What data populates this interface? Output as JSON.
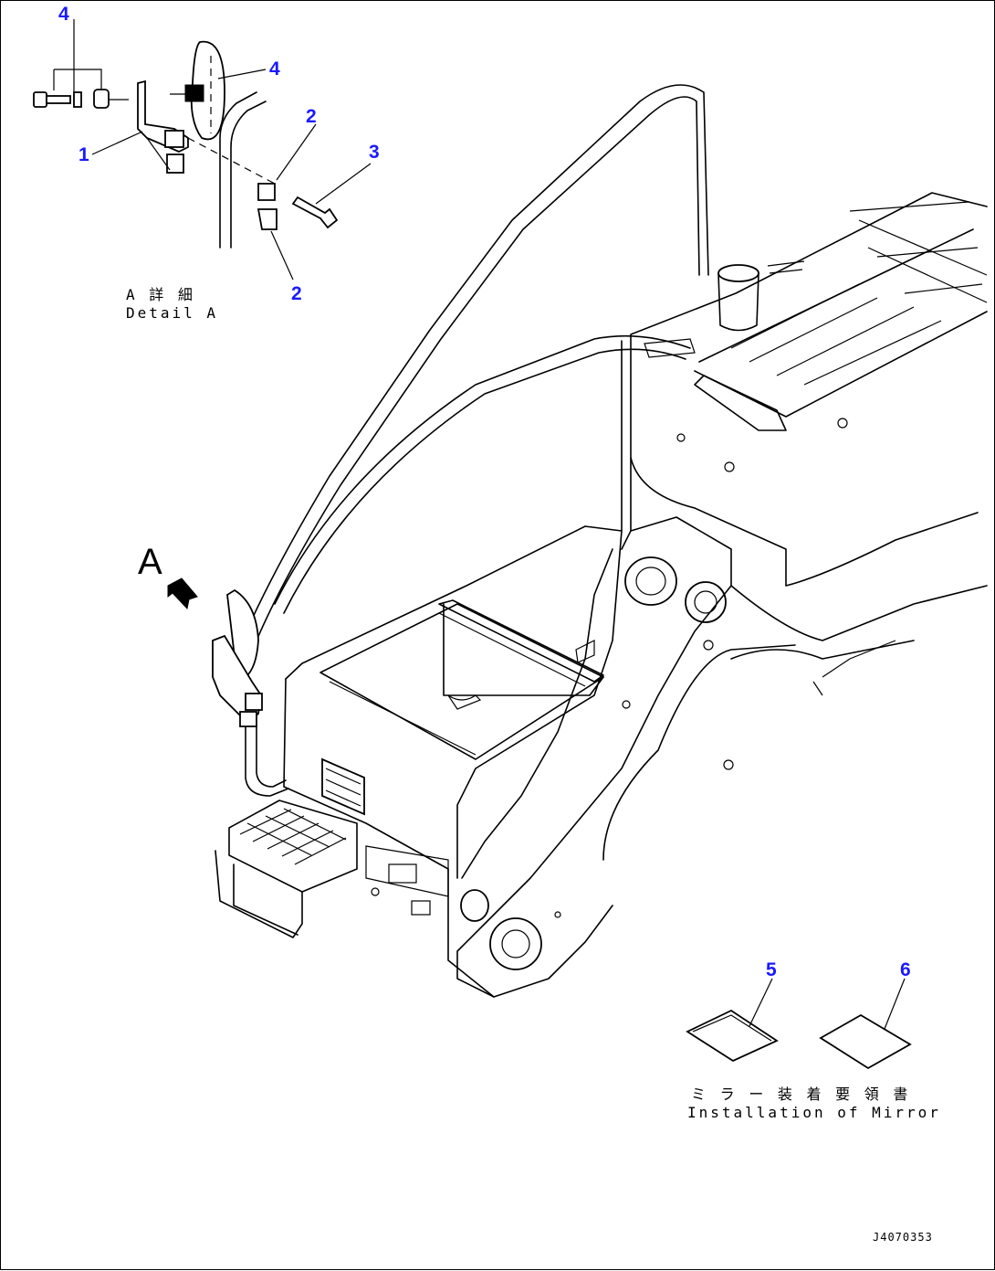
{
  "callouts": {
    "c4_top": "4",
    "c4_right": "4",
    "c1": "1",
    "c2_top": "2",
    "c3": "3",
    "c2_bottom": "2",
    "c5": "5",
    "c6": "6"
  },
  "detail_caption": {
    "jp": "A 詳 細",
    "en": "Detail A"
  },
  "view_label": "A",
  "install_caption": {
    "jp": "ミ ラ ー 装 着 要 領 書",
    "en": "Installation of Mirror"
  },
  "drawing_number": "J4070353",
  "colors": {
    "callout": "#1a1aff",
    "line": "#000000"
  }
}
